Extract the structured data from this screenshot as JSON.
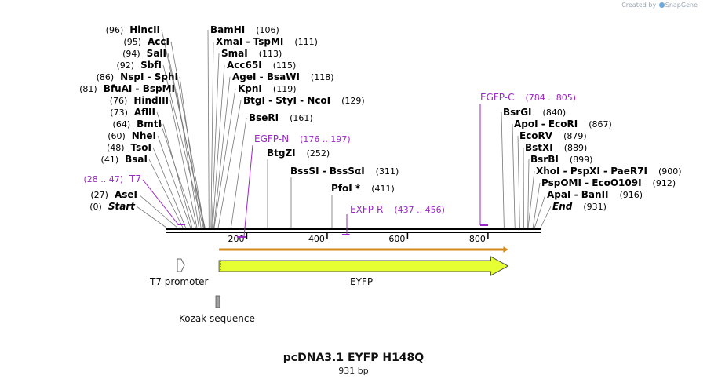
{
  "watermark": {
    "prefix": "Created by",
    "brand": "SnapGene"
  },
  "title": "pcDNA3.1 EYFP H148Q",
  "length_label": "931 bp",
  "sequence_length": 931,
  "colors": {
    "backbone": "#000000",
    "primer": "#9b27c7",
    "eyfp_fill": "#e6ff33",
    "orf_arrow": "#d38a1c",
    "promoter_fill": "#ffffff",
    "kozak_fill": "#a0a0a0",
    "enzyme_unique": "#000000"
  },
  "ruler": {
    "ticks": [
      "200",
      "400",
      "600",
      "800"
    ]
  },
  "enzymes_left": [
    {
      "pos": "(96)",
      "name": "HincII",
      "site": 96
    },
    {
      "pos": "(95)",
      "name": "AccI",
      "site": 95
    },
    {
      "pos": "(94)",
      "name": "SalI",
      "site": 94
    },
    {
      "pos": "(92)",
      "name": "SbfI",
      "site": 92
    },
    {
      "pos": "(86)",
      "name": "NspI  -  SphI",
      "site": 86
    },
    {
      "pos": "(81)",
      "name": "BfuAI  -  BspMI",
      "site": 81
    },
    {
      "pos": "(76)",
      "name": "HindIII",
      "site": 76
    },
    {
      "pos": "(73)",
      "name": "AflII",
      "site": 73
    },
    {
      "pos": "(64)",
      "name": "BmtI",
      "site": 64
    },
    {
      "pos": "(60)",
      "name": "NheI",
      "site": 60
    },
    {
      "pos": "(48)",
      "name": "TsoI",
      "site": 48
    },
    {
      "pos": "(41)",
      "name": "BsaI",
      "site": 41
    },
    {
      "pos": "(27)",
      "name": "AseI",
      "site": 27
    },
    {
      "pos": "(0)",
      "name": "Start",
      "site": 0,
      "italic": true
    }
  ],
  "enzymes_right_inner": [
    {
      "name": "BamHI",
      "pos": "(106)",
      "site": 106
    },
    {
      "name": "XmaI  -  TspMI",
      "pos": "(111)",
      "site": 111
    },
    {
      "name": "SmaI",
      "pos": "(113)",
      "site": 113
    },
    {
      "name": "Acc65I",
      "pos": "(115)",
      "site": 115
    },
    {
      "name": "AgeI  -  BsaWI",
      "pos": "(118)",
      "site": 118
    },
    {
      "name": "KpnI",
      "pos": "(119)",
      "site": 119
    },
    {
      "name": "BtgI  -  StyI  -  NcoI",
      "pos": "(129)",
      "site": 129
    },
    {
      "name": "BseRI",
      "pos": "(161)",
      "site": 161
    },
    {
      "name": "BtgZI",
      "pos": "(252)",
      "site": 252
    },
    {
      "name": "BssSI  -  BssSαI",
      "pos": "(311)",
      "site": 311
    },
    {
      "name": "PfoI *",
      "pos": "(411)",
      "site": 411
    }
  ],
  "enzymes_right_far": [
    {
      "name": "BsrGI",
      "pos": "(840)",
      "site": 840
    },
    {
      "name": "ApoI  -  EcoRI",
      "pos": "(867)",
      "site": 867
    },
    {
      "name": "EcoRV",
      "pos": "(879)",
      "site": 879
    },
    {
      "name": "BstXI",
      "pos": "(889)",
      "site": 889
    },
    {
      "name": "BsrBI",
      "pos": "(899)",
      "site": 899
    },
    {
      "name": "XhoI  -  PspXI  -  PaeR7I",
      "pos": "(900)",
      "site": 900
    },
    {
      "name": "PspOMI  -  EcoO109I",
      "pos": "(912)",
      "site": 912
    },
    {
      "name": "ApaI  -  BanII",
      "pos": "(916)",
      "site": 916
    },
    {
      "name": "End",
      "pos": "(931)",
      "site": 931,
      "italic": true
    }
  ],
  "primers": [
    {
      "name": "T7",
      "range": "(28 .. 47)",
      "start": 28,
      "end": 47,
      "side": "left"
    },
    {
      "name": "EGFP-N",
      "range": "(176 .. 197)",
      "start": 176,
      "end": 197,
      "side": "right"
    },
    {
      "name": "EXFP-R",
      "range": "(437 .. 456)",
      "start": 437,
      "end": 456,
      "side": "right"
    },
    {
      "name": "EGFP-C",
      "range": "(784 .. 805)",
      "start": 784,
      "end": 805,
      "side": "right"
    }
  ],
  "features": {
    "t7_promoter": {
      "label": "T7 promoter",
      "start": 28,
      "end": 47
    },
    "eyfp": {
      "label": "EYFP",
      "start": 131,
      "end": 850
    },
    "kozak": {
      "label": "Kozak sequence",
      "start": 128,
      "end": 137
    }
  }
}
